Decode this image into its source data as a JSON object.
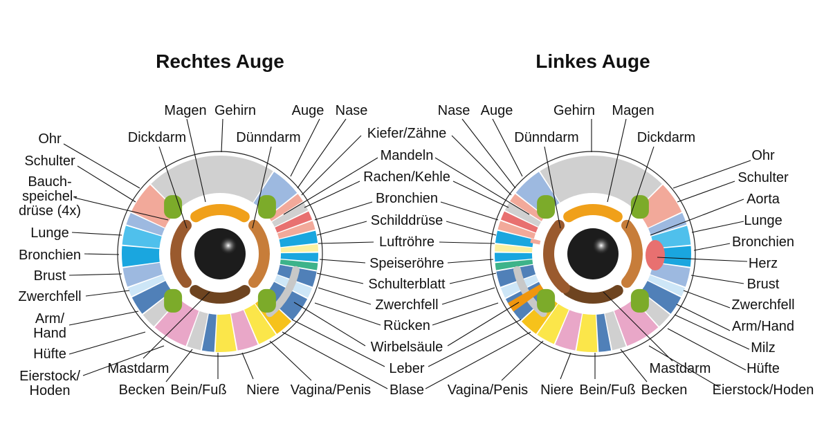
{
  "right_eye": {
    "title": "Rechtes Auge",
    "labels": [
      {
        "lines": [
          "Magen"
        ]
      },
      {
        "lines": [
          "Gehirn"
        ]
      },
      {
        "lines": [
          "Auge"
        ]
      },
      {
        "lines": [
          "Nase"
        ]
      },
      {
        "lines": [
          "Dickdarm"
        ]
      },
      {
        "lines": [
          "Dünndarm"
        ]
      },
      {
        "lines": [
          "Ohr"
        ]
      },
      {
        "lines": [
          "Schulter"
        ]
      },
      {
        "lines": [
          "Bauch-",
          "speichel-",
          "drüse (4x)"
        ]
      },
      {
        "lines": [
          "Lunge"
        ]
      },
      {
        "lines": [
          "Bronchien"
        ]
      },
      {
        "lines": [
          "Brust"
        ]
      },
      {
        "lines": [
          "Zwerchfell"
        ]
      },
      {
        "lines": [
          "Arm/",
          "Hand"
        ]
      },
      {
        "lines": [
          "Hüfte"
        ]
      },
      {
        "lines": [
          "Eierstock/",
          "Hoden"
        ]
      },
      {
        "lines": [
          "Mastdarm"
        ]
      },
      {
        "lines": [
          "Becken"
        ]
      },
      {
        "lines": [
          "Bein/Fuß"
        ]
      },
      {
        "lines": [
          "Niere"
        ]
      },
      {
        "lines": [
          "Vagina/Penis"
        ]
      }
    ]
  },
  "left_eye": {
    "title": "Linkes Auge",
    "labels": [
      {
        "lines": [
          "Nase"
        ]
      },
      {
        "lines": [
          "Auge"
        ]
      },
      {
        "lines": [
          "Gehirn"
        ]
      },
      {
        "lines": [
          "Magen"
        ]
      },
      {
        "lines": [
          "Dünndarm"
        ]
      },
      {
        "lines": [
          "Dickdarm"
        ]
      },
      {
        "lines": [
          "Ohr"
        ]
      },
      {
        "lines": [
          "Schulter"
        ]
      },
      {
        "lines": [
          "Aorta"
        ]
      },
      {
        "lines": [
          "Lunge"
        ]
      },
      {
        "lines": [
          "Bronchien"
        ]
      },
      {
        "lines": [
          "Herz"
        ]
      },
      {
        "lines": [
          "Brust"
        ]
      },
      {
        "lines": [
          "Zwerchfell"
        ]
      },
      {
        "lines": [
          "Arm/Hand"
        ]
      },
      {
        "lines": [
          "Milz"
        ]
      },
      {
        "lines": [
          "Hüfte"
        ]
      },
      {
        "lines": [
          "Eierstock/Hoden"
        ]
      },
      {
        "lines": [
          "Mastdarm"
        ]
      },
      {
        "lines": [
          "Becken"
        ]
      },
      {
        "lines": [
          "Bein/Fuß"
        ]
      },
      {
        "lines": [
          "Niere"
        ]
      },
      {
        "lines": [
          "Vagina/Penis"
        ]
      }
    ]
  },
  "shared_labels": [
    "Kiefer/Zähne",
    "Mandeln",
    "Rachen/Kehle",
    "Bronchien",
    "Schilddrüse",
    "Luftröhre",
    "Speiseröhre",
    "Schulterblatt",
    "Zwerchfell",
    "Rücken",
    "Wirbelsäule",
    "Leber",
    "Blase"
  ],
  "colors": {
    "gray": "#d0d0d0",
    "lightblue": "#9db9e0",
    "salmon": "#f2a99a",
    "red": "#e87070",
    "blue": "#1aa6df",
    "sky": "#4fc0ec",
    "paleyellow": "#fbf0a0",
    "teal": "#3db38a",
    "steel": "#5080b8",
    "pale": "#cde6f7",
    "orange_yellow": "#f6c21b",
    "yellow": "#fbe64a",
    "pink": "#e9a7c8",
    "green": "#7cab2a",
    "orange": "#f0a01a",
    "brown_dark": "#6e4420",
    "brown": "#9a5a2e",
    "brown_light": "#c77d3a",
    "milz": "#f0960e"
  }
}
